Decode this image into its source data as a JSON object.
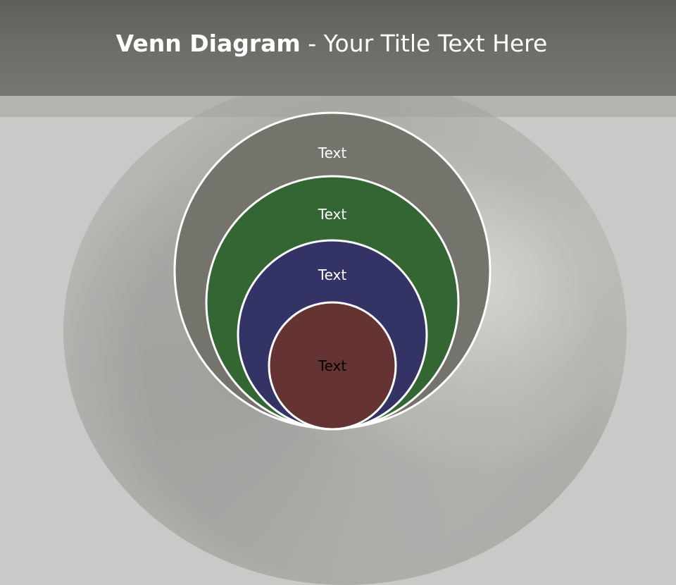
{
  "slide": {
    "title_bold": "Venn Diagram",
    "title_rest": " - Your Title Text Here"
  },
  "diagram": {
    "circles": [
      {
        "label": "Text",
        "fill": "#75746c",
        "text_color": "#ffffff"
      },
      {
        "label": "Text",
        "fill": "#336633",
        "text_color": "#ffffff"
      },
      {
        "label": "Text",
        "fill": "#333366",
        "text_color": "#ffffff"
      },
      {
        "label": "Text",
        "fill": "#663333",
        "text_color": "#000000"
      }
    ],
    "outline_color": "#ffffff"
  }
}
